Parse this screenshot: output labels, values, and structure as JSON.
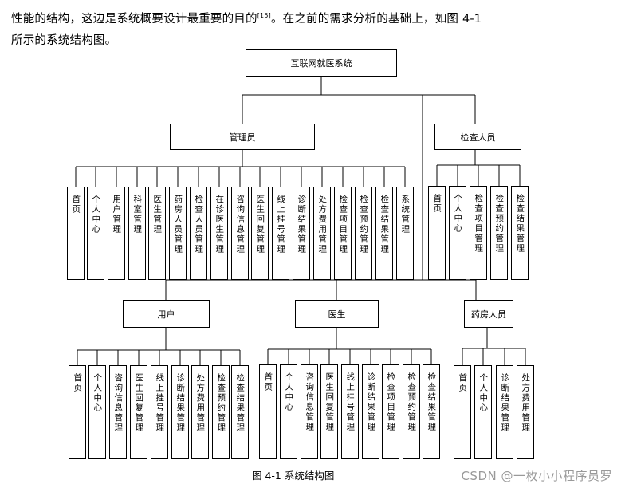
{
  "intro": {
    "line1": "性能的结构，这边是系统概要设计最重要的目的",
    "cite": "[15]",
    "line1_rest": "。在之前的需求分析的基础上，如图 4-1",
    "line2": "所示的系统结构图。"
  },
  "root": "互联网就医系统",
  "groups": {
    "admin": {
      "label": "管理员",
      "items": [
        "首页",
        "个人中心",
        "用户管理",
        "科室管理",
        "医生管理",
        "药房人员管理",
        "检查人员管理",
        "在诊医生管理",
        "咨询信息管理",
        "医生回复管理",
        "线上挂号管理",
        "诊断结果管理",
        "处方费用管理",
        "检查项目管理",
        "检查预约管理",
        "检查结果管理",
        "系统管理"
      ]
    },
    "inspector": {
      "label": "检查人员",
      "items": [
        "首页",
        "个人中心",
        "检查项目管理",
        "检查预约管理",
        "检查结果管理"
      ]
    },
    "user": {
      "label": "用户",
      "items": [
        "首页",
        "个人中心",
        "咨询信息管理",
        "医生回复管理",
        "线上挂号管理",
        "诊断结果管理",
        "处方费用管理",
        "检查预约管理",
        "检查结果管理"
      ]
    },
    "doctor": {
      "label": "医生",
      "items": [
        "首页",
        "个人中心",
        "咨询信息管理",
        "医生回复管理",
        "线上挂号管理",
        "诊断结果管理",
        "检查项目管理",
        "检查预约管理",
        "检查结果管理"
      ]
    },
    "pharmacy": {
      "label": "药房人员",
      "items": [
        "首页",
        "个人中心",
        "诊断结果管理",
        "处方费用管理"
      ]
    }
  },
  "caption": "图 4-1 系统结构图",
  "watermark": "CSDN @一枚小小程序员罗"
}
